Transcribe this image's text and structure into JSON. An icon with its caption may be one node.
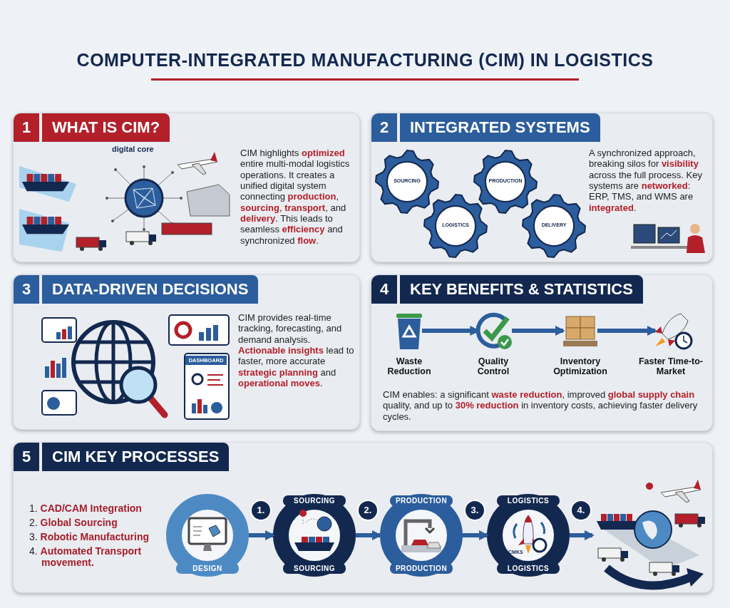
{
  "diagram": {
    "title": "COMPUTER-INTEGRATED MANUFACTURING (CIM) IN LOGISTICS",
    "nodes": [
      {
        "text": [
          "1",
          "WHAT IS CIM?",
          "CIM highlights **optimized** entire multi-modal logistics operations. It creates a unified digital system connecting **production**, **sourcing**, **transport**, and **delivery**. This leads to seamless **efficiency** and synchronized **flow**."
        ]
      },
      {
        "text": [
          "2",
          "INTEGRATED SYSTEMS",
          "A synchronized approach, breaking silos for **visibility** across the full process. Key systems are **networked**: ERP, TMS, and WMS are **integrated**."
        ]
      },
      {
        "text": [
          "SOURCING"
        ],
        "in": 1
      },
      {
        "text": [
          "PRODUCTION"
        ],
        "in": 1
      },
      {
        "text": [
          "LOGISTICS"
        ],
        "in": 1
      },
      {
        "text": [
          "DELIVERY"
        ],
        "in": 1
      },
      {
        "text": [
          "3",
          "DATA-DRIVEN DECISIONS",
          "CIM provides real-time tracking, forecasting, and demand analysis. **Actionable insights** lead to faster, more accurate **strategic planning** and **operational moves**."
        ]
      },
      {
        "text": [
          "4",
          "KEY BENEFITS & STATISTICS",
          "CIM enables: a significant **waste reduction**, improved **global supply chain** quality, and up to **30% reduction** in inventory costs, achieving faster delivery cycles."
        ]
      },
      {
        "text": [
          "Waste Reduction"
        ],
        "in": 7
      },
      {
        "text": [
          "Quality Control"
        ],
        "in": 7
      },
      {
        "text": [
          "Inventory Optimization"
        ],
        "in": 7
      },
      {
        "text": [
          "Faster Time-to-Market"
        ],
        "in": 7
      },
      {
        "text": [
          "5",
          "CIM KEY PROCESSES"
        ]
      },
      {
        "text": [
          "DESIGN"
        ],
        "in": 12
      },
      {
        "text": [
          "SOURCING",
          "SOURCING"
        ],
        "in": 12
      },
      {
        "text": [
          "PRODUCTION",
          "PRODUCTION"
        ],
        "in": 12
      },
      {
        "text": [
          "LOGISTICS",
          "LOGISTICS"
        ],
        "in": 12
      },
      {
        "text": [],
        "shape": "picture",
        "in": 12
      }
    ],
    "edges": [
      {
        "from": 8,
        "to": 9,
        "arrow": "to"
      },
      {
        "from": 9,
        "to": 10,
        "arrow": "to"
      },
      {
        "from": 10,
        "to": 11,
        "arrow": "to"
      },
      {
        "from": 13,
        "to": 14,
        "arrow": "to",
        "label": "1."
      },
      {
        "from": 14,
        "to": 15,
        "arrow": "to",
        "label": "2."
      },
      {
        "from": 15,
        "to": 16,
        "arrow": "to",
        "label": "3."
      },
      {
        "from": 16,
        "to": 17,
        "arrow": "to",
        "label": "4."
      }
    ],
    "labels": [
      "digital core",
      "DASHBOARD",
      "1. **CAD/CAM Integration**",
      "2. **Global Sourcing**",
      "3. **Robotic Manufacturing**",
      "4. **Automated Transport movement.**",
      "CMKS"
    ]
  }
}
